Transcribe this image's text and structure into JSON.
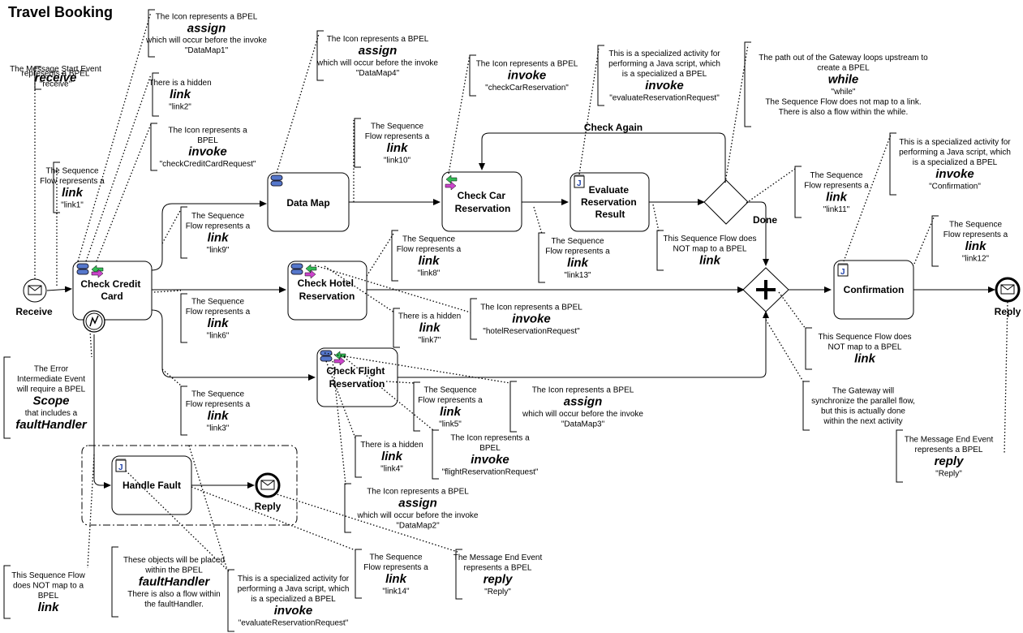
{
  "title": "Travel Booking",
  "events": [
    {
      "id": "receive",
      "label": "Receive"
    },
    {
      "id": "reply_main",
      "label": "Reply"
    },
    {
      "id": "reply_fault",
      "label": "Reply"
    }
  ],
  "tasks": [
    {
      "id": "check_credit",
      "lines": [
        "Check Credit",
        "Card"
      ]
    },
    {
      "id": "data_map",
      "lines": [
        "Data Map"
      ]
    },
    {
      "id": "check_car",
      "lines": [
        "Check Car",
        "Reservation"
      ]
    },
    {
      "id": "evaluate",
      "lines": [
        "Evaluate",
        "Reservation",
        "Result"
      ]
    },
    {
      "id": "check_hotel",
      "lines": [
        "Check Hotel",
        "Reservation"
      ]
    },
    {
      "id": "check_flight",
      "lines": [
        "Check Flight",
        "Reservation"
      ]
    },
    {
      "id": "confirmation",
      "lines": [
        "Confirmation"
      ]
    },
    {
      "id": "handle_fault",
      "lines": [
        "Handle Fault"
      ]
    }
  ],
  "flow_labels": {
    "check_again": "Check Again",
    "done": "Done"
  },
  "annotations": [
    {
      "id": "a_start",
      "lines": [
        {
          "t": "The Message Start Event"
        },
        {
          "t": "represents a BPEL"
        },
        {
          "t": "receive",
          "k": 1
        },
        {
          "t": "\"receive\""
        }
      ]
    },
    {
      "id": "a_link1",
      "lines": [
        {
          "t": "The Sequence"
        },
        {
          "t": "Flow represents a"
        },
        {
          "t": "link",
          "k": 1
        },
        {
          "t": "\"link1\""
        }
      ]
    },
    {
      "id": "a_assign1",
      "lines": [
        {
          "t": "The Icon represents a BPEL"
        },
        {
          "t": "assign",
          "k": 1
        },
        {
          "t": "which will occur before the invoke"
        },
        {
          "t": "\"DataMap1\""
        }
      ]
    },
    {
      "id": "a_link2",
      "lines": [
        {
          "t": "There is a hidden"
        },
        {
          "t": "link",
          "k": 1
        },
        {
          "t": "\"link2\""
        }
      ]
    },
    {
      "id": "a_invoke_cc",
      "lines": [
        {
          "t": "The Icon represents a"
        },
        {
          "t": "BPEL"
        },
        {
          "t": "invoke",
          "k": 1
        },
        {
          "t": "\"checkCreditCardRequest\""
        }
      ]
    },
    {
      "id": "a_assign4",
      "lines": [
        {
          "t": "The Icon represents a BPEL"
        },
        {
          "t": "assign",
          "k": 1
        },
        {
          "t": "which will occur before the invoke"
        },
        {
          "t": "\"DataMap4\""
        }
      ]
    },
    {
      "id": "a_link10",
      "lines": [
        {
          "t": "The Sequence"
        },
        {
          "t": "Flow represents a"
        },
        {
          "t": "link",
          "k": 1
        },
        {
          "t": "\"link10\""
        }
      ]
    },
    {
      "id": "a_invoke_car",
      "lines": [
        {
          "t": "The Icon represents a BPEL"
        },
        {
          "t": "invoke",
          "k": 1
        },
        {
          "t": "\"checkCarReservation\""
        }
      ]
    },
    {
      "id": "a_js_eval",
      "lines": [
        {
          "t": "This is a specialized activity for"
        },
        {
          "t": "performing a Java script, which"
        },
        {
          "t": "is a specialized a BPEL"
        },
        {
          "t": "invoke",
          "k": 1
        },
        {
          "t": "\"evaluateReservationRequest\""
        }
      ]
    },
    {
      "id": "a_while",
      "lines": [
        {
          "t": "The path out of the Gateway loops upstream to"
        },
        {
          "t": "create a BPEL"
        },
        {
          "t": "while",
          "k": 1
        },
        {
          "t": "\"while\""
        },
        {
          "t": "The Sequence Flow does not map to a link."
        },
        {
          "t": "There is also a flow within the while."
        }
      ]
    },
    {
      "id": "a_js_conf",
      "lines": [
        {
          "t": "This is a specialized activity for"
        },
        {
          "t": "performing a Java script, which"
        },
        {
          "t": "is a specialized a BPEL"
        },
        {
          "t": "invoke",
          "k": 1
        },
        {
          "t": "\"Confirmation\""
        }
      ]
    },
    {
      "id": "a_link11",
      "lines": [
        {
          "t": "The Sequence"
        },
        {
          "t": "Flow represents a"
        },
        {
          "t": "link",
          "k": 1
        },
        {
          "t": "\"link11\""
        }
      ]
    },
    {
      "id": "a_link12",
      "lines": [
        {
          "t": "The Sequence"
        },
        {
          "t": "Flow represents a"
        },
        {
          "t": "link",
          "k": 1
        },
        {
          "t": "\"link12\""
        }
      ]
    },
    {
      "id": "a_link9",
      "lines": [
        {
          "t": "The Sequence"
        },
        {
          "t": "Flow represents a"
        },
        {
          "t": "link",
          "k": 1
        },
        {
          "t": "\"link9\""
        }
      ]
    },
    {
      "id": "a_link8",
      "lines": [
        {
          "t": "The Sequence"
        },
        {
          "t": "Flow represents a"
        },
        {
          "t": "link",
          "k": 1
        },
        {
          "t": "\"link8\""
        }
      ]
    },
    {
      "id": "a_link13",
      "lines": [
        {
          "t": "The Sequence"
        },
        {
          "t": "Flow represents a"
        },
        {
          "t": "link",
          "k": 1
        },
        {
          "t": "\"link13\""
        }
      ]
    },
    {
      "id": "a_nomap1",
      "lines": [
        {
          "t": "This Sequence Flow does"
        },
        {
          "t": "NOT map to a BPEL"
        },
        {
          "t": "link",
          "k": 1
        }
      ]
    },
    {
      "id": "a_link6",
      "lines": [
        {
          "t": "The Sequence"
        },
        {
          "t": "Flow represents a"
        },
        {
          "t": "link",
          "k": 1
        },
        {
          "t": "\"link6\""
        }
      ]
    },
    {
      "id": "a_link7",
      "lines": [
        {
          "t": "There is a hidden"
        },
        {
          "t": "link",
          "k": 1
        },
        {
          "t": "\"link7\""
        }
      ]
    },
    {
      "id": "a_invoke_hotel",
      "lines": [
        {
          "t": "The Icon represents a BPEL"
        },
        {
          "t": "invoke",
          "k": 1
        },
        {
          "t": "\"hotelReservationRequest\""
        }
      ]
    },
    {
      "id": "a_nomap2",
      "lines": [
        {
          "t": "This Sequence Flow does"
        },
        {
          "t": "NOT map to a BPEL"
        },
        {
          "t": "link",
          "k": 1
        }
      ]
    },
    {
      "id": "a_error",
      "lines": [
        {
          "t": "The Error"
        },
        {
          "t": "Intermediate Event"
        },
        {
          "t": "will require a BPEL"
        },
        {
          "t": "Scope",
          "k": 1
        },
        {
          "t": "that includes a"
        },
        {
          "t": "faultHandler",
          "k": 1
        }
      ]
    },
    {
      "id": "a_link3",
      "lines": [
        {
          "t": "The Sequence"
        },
        {
          "t": "Flow represents a"
        },
        {
          "t": "link",
          "k": 1
        },
        {
          "t": "\"link3\""
        }
      ]
    },
    {
      "id": "a_link5",
      "lines": [
        {
          "t": "The Sequence"
        },
        {
          "t": "Flow represents a"
        },
        {
          "t": "link",
          "k": 1
        },
        {
          "t": "\"link5\""
        }
      ]
    },
    {
      "id": "a_assign3",
      "lines": [
        {
          "t": "The Icon represents a BPEL"
        },
        {
          "t": "assign",
          "k": 1
        },
        {
          "t": "which will occur before the invoke"
        },
        {
          "t": "\"DataMap3\""
        }
      ]
    },
    {
      "id": "a_gateway",
      "lines": [
        {
          "t": "The Gateway will"
        },
        {
          "t": "synchronize the parallel flow,"
        },
        {
          "t": "but this is actually done"
        },
        {
          "t": "within the next activity"
        }
      ]
    },
    {
      "id": "a_link4",
      "lines": [
        {
          "t": "There is a hidden"
        },
        {
          "t": "link",
          "k": 1
        },
        {
          "t": "\"link4\""
        }
      ]
    },
    {
      "id": "a_invoke_flight",
      "lines": [
        {
          "t": "The Icon represents a"
        },
        {
          "t": "BPEL"
        },
        {
          "t": "invoke",
          "k": 1
        },
        {
          "t": "\"flightReservationRequest\""
        }
      ]
    },
    {
      "id": "a_reply_main",
      "lines": [
        {
          "t": "The Message End Event"
        },
        {
          "t": "represents a BPEL"
        },
        {
          "t": "reply",
          "k": 1
        },
        {
          "t": "\"Reply\""
        }
      ]
    },
    {
      "id": "a_assign2",
      "lines": [
        {
          "t": "The Icon represents a BPEL"
        },
        {
          "t": "assign",
          "k": 1
        },
        {
          "t": "which will occur before the invoke"
        },
        {
          "t": "\"DataMap2\""
        }
      ]
    },
    {
      "id": "a_link14",
      "lines": [
        {
          "t": "The Sequence"
        },
        {
          "t": "Flow represents a"
        },
        {
          "t": "link",
          "k": 1
        },
        {
          "t": "\"link14\""
        }
      ]
    },
    {
      "id": "a_reply_fault",
      "lines": [
        {
          "t": "The Message End Event"
        },
        {
          "t": "represents a BPEL"
        },
        {
          "t": "reply",
          "k": 1
        },
        {
          "t": "\"Reply\""
        }
      ]
    },
    {
      "id": "a_faulthandler",
      "lines": [
        {
          "t": "These objects will be placed"
        },
        {
          "t": "within the BPEL"
        },
        {
          "t": "faultHandler",
          "k": 1
        },
        {
          "t": "There is also a flow within"
        },
        {
          "t": "the faultHandler."
        }
      ]
    },
    {
      "id": "a_js_fault",
      "lines": [
        {
          "t": "This is a specialized activity for"
        },
        {
          "t": "performing a Java script, which"
        },
        {
          "t": "is a specialized a BPEL"
        },
        {
          "t": "invoke",
          "k": 1
        },
        {
          "t": "\"evaluateReservationRequest\""
        }
      ]
    },
    {
      "id": "a_nomap3",
      "lines": [
        {
          "t": "This Sequence Flow"
        },
        {
          "t": "does NOT map to a"
        },
        {
          "t": "BPEL"
        },
        {
          "t": "link",
          "k": 1
        }
      ]
    }
  ]
}
